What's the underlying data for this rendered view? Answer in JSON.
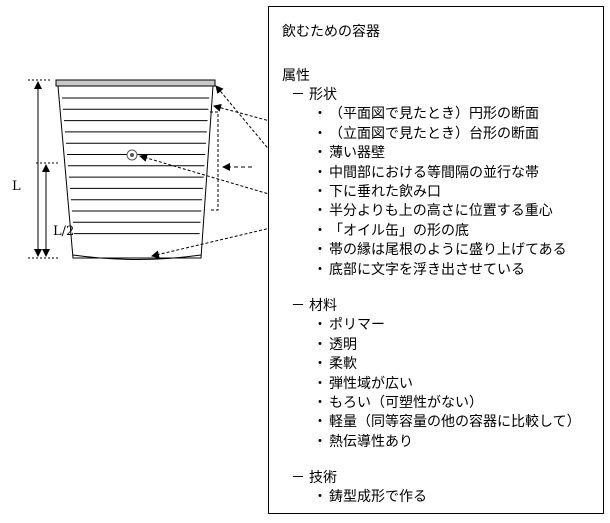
{
  "diagram": {
    "dimension_full": "L",
    "dimension_half": "L/2"
  },
  "panel": {
    "title": "飲むための容器",
    "section_label": "属性",
    "groups": [
      {
        "heading": "形状",
        "items": [
          "（平面図で見たとき）円形の断面",
          "（立面図で見たとき）台形の断面",
          "薄い器壁",
          "中間部における等間隔の並行な帯",
          "下に垂れた飲み口",
          "半分よりも上の高さに位置する重心",
          "「オイル缶」の形の底",
          "帯の縁は尾根のように盛り上げてある",
          "底部に文字を浮き出させている"
        ]
      },
      {
        "heading": "材料",
        "items": [
          "ポリマー",
          "透明",
          "柔軟",
          "弾性域が広い",
          "もろい（可塑性がない）",
          "軽量（同等容量の他の容器に比較して）",
          "熱伝導性あり"
        ]
      },
      {
        "heading": "技術",
        "items": [
          "鋳型成形で作る"
        ]
      }
    ]
  },
  "bullet_glyph": "・",
  "dash_glyph": "－"
}
